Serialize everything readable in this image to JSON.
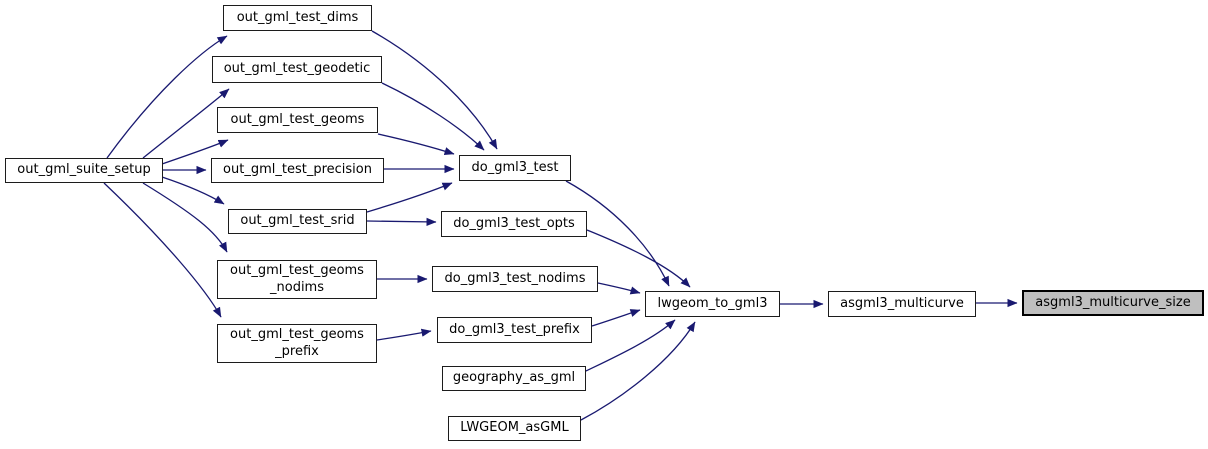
{
  "diagram": {
    "type": "call-graph",
    "background_color": "#ffffff",
    "edge_color": "#191970",
    "node_fill": "#ffffff",
    "node_border_color": "#000000",
    "highlight_fill": "#bfbfbf",
    "nodes": {
      "out_gml_suite_setup": {
        "label": "out_gml_suite_setup"
      },
      "out_gml_test_dims": {
        "label": "out_gml_test_dims"
      },
      "out_gml_test_geodetic": {
        "label": "out_gml_test_geodetic"
      },
      "out_gml_test_geoms": {
        "label": "out_gml_test_geoms"
      },
      "out_gml_test_precision": {
        "label": "out_gml_test_precision"
      },
      "out_gml_test_srid": {
        "label": "out_gml_test_srid"
      },
      "out_gml_test_geoms_nodims": {
        "label": "out_gml_test_geoms\n_nodims"
      },
      "out_gml_test_geoms_prefix": {
        "label": "out_gml_test_geoms\n_prefix"
      },
      "do_gml3_test": {
        "label": "do_gml3_test"
      },
      "do_gml3_test_opts": {
        "label": "do_gml3_test_opts"
      },
      "do_gml3_test_nodims": {
        "label": "do_gml3_test_nodims"
      },
      "do_gml3_test_prefix": {
        "label": "do_gml3_test_prefix"
      },
      "geography_as_gml": {
        "label": "geography_as_gml"
      },
      "LWGEOM_asGML": {
        "label": "LWGEOM_asGML"
      },
      "lwgeom_to_gml3": {
        "label": "lwgeom_to_gml3"
      },
      "asgml3_multicurve": {
        "label": "asgml3_multicurve"
      },
      "asgml3_multicurve_size": {
        "label": "asgml3_multicurve_size",
        "highlighted": true
      }
    },
    "edges": [
      {
        "from": "out_gml_suite_setup",
        "to": "out_gml_test_dims"
      },
      {
        "from": "out_gml_suite_setup",
        "to": "out_gml_test_geodetic"
      },
      {
        "from": "out_gml_suite_setup",
        "to": "out_gml_test_geoms"
      },
      {
        "from": "out_gml_suite_setup",
        "to": "out_gml_test_precision"
      },
      {
        "from": "out_gml_suite_setup",
        "to": "out_gml_test_srid"
      },
      {
        "from": "out_gml_suite_setup",
        "to": "out_gml_test_geoms_nodims"
      },
      {
        "from": "out_gml_suite_setup",
        "to": "out_gml_test_geoms_prefix"
      },
      {
        "from": "out_gml_test_dims",
        "to": "do_gml3_test"
      },
      {
        "from": "out_gml_test_geodetic",
        "to": "do_gml3_test"
      },
      {
        "from": "out_gml_test_geoms",
        "to": "do_gml3_test"
      },
      {
        "from": "out_gml_test_precision",
        "to": "do_gml3_test"
      },
      {
        "from": "out_gml_test_srid",
        "to": "do_gml3_test"
      },
      {
        "from": "out_gml_test_srid",
        "to": "do_gml3_test_opts"
      },
      {
        "from": "out_gml_test_geoms_nodims",
        "to": "do_gml3_test_nodims"
      },
      {
        "from": "out_gml_test_geoms_prefix",
        "to": "do_gml3_test_prefix"
      },
      {
        "from": "do_gml3_test",
        "to": "lwgeom_to_gml3"
      },
      {
        "from": "do_gml3_test_opts",
        "to": "lwgeom_to_gml3"
      },
      {
        "from": "do_gml3_test_nodims",
        "to": "lwgeom_to_gml3"
      },
      {
        "from": "do_gml3_test_prefix",
        "to": "lwgeom_to_gml3"
      },
      {
        "from": "geography_as_gml",
        "to": "lwgeom_to_gml3"
      },
      {
        "from": "LWGEOM_asGML",
        "to": "lwgeom_to_gml3"
      },
      {
        "from": "lwgeom_to_gml3",
        "to": "asgml3_multicurve"
      },
      {
        "from": "asgml3_multicurve",
        "to": "asgml3_multicurve_size"
      }
    ]
  }
}
